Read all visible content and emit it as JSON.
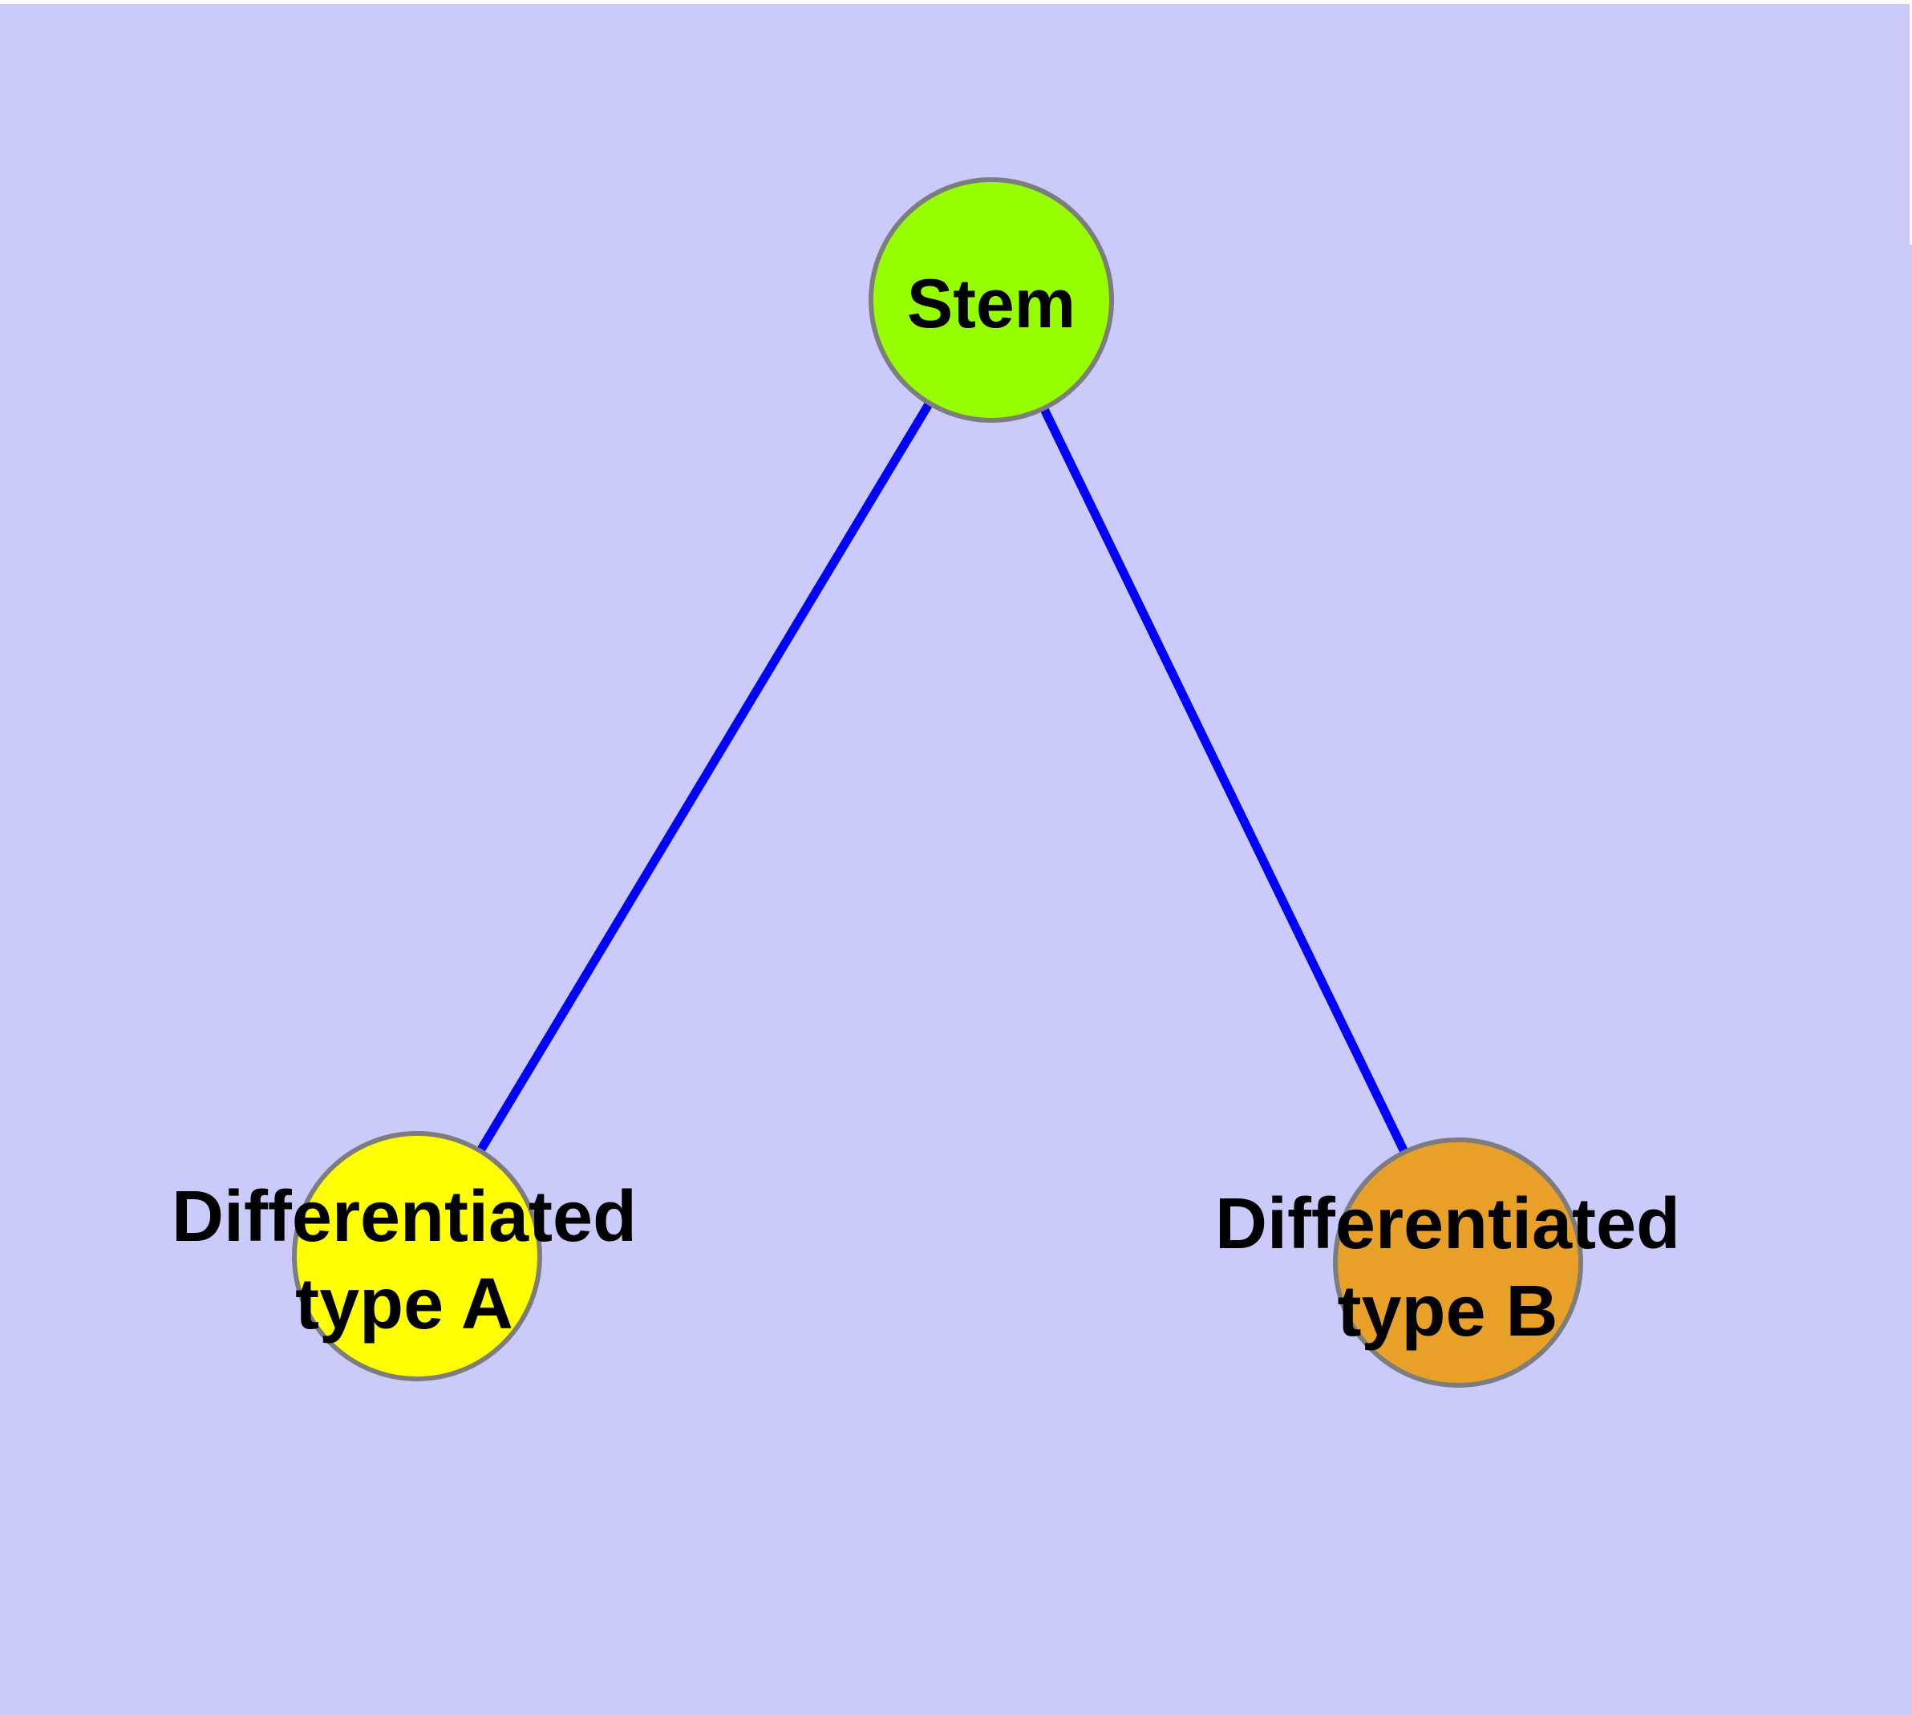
{
  "canvas": {
    "background_color": "#CACAFB",
    "frame_color": "#FFFFFF",
    "text_color": "#000000",
    "node_border_color": "#7D7D7D"
  },
  "edges": {
    "color": "#0000FF",
    "list": [
      {
        "from": "stem",
        "to": "type_a"
      },
      {
        "from": "stem",
        "to": "type_b"
      }
    ]
  },
  "nodes": {
    "stem": {
      "label": "Stem",
      "fill": "#97FE00"
    },
    "type_a": {
      "label": "Differentiated type A",
      "lines": [
        "Differentiated",
        "type A"
      ],
      "fill": "#FFFF00"
    },
    "type_b": {
      "label": "Differentiated type B",
      "lines": [
        "Differentiated",
        "type B"
      ],
      "fill": "#E8A028"
    }
  }
}
